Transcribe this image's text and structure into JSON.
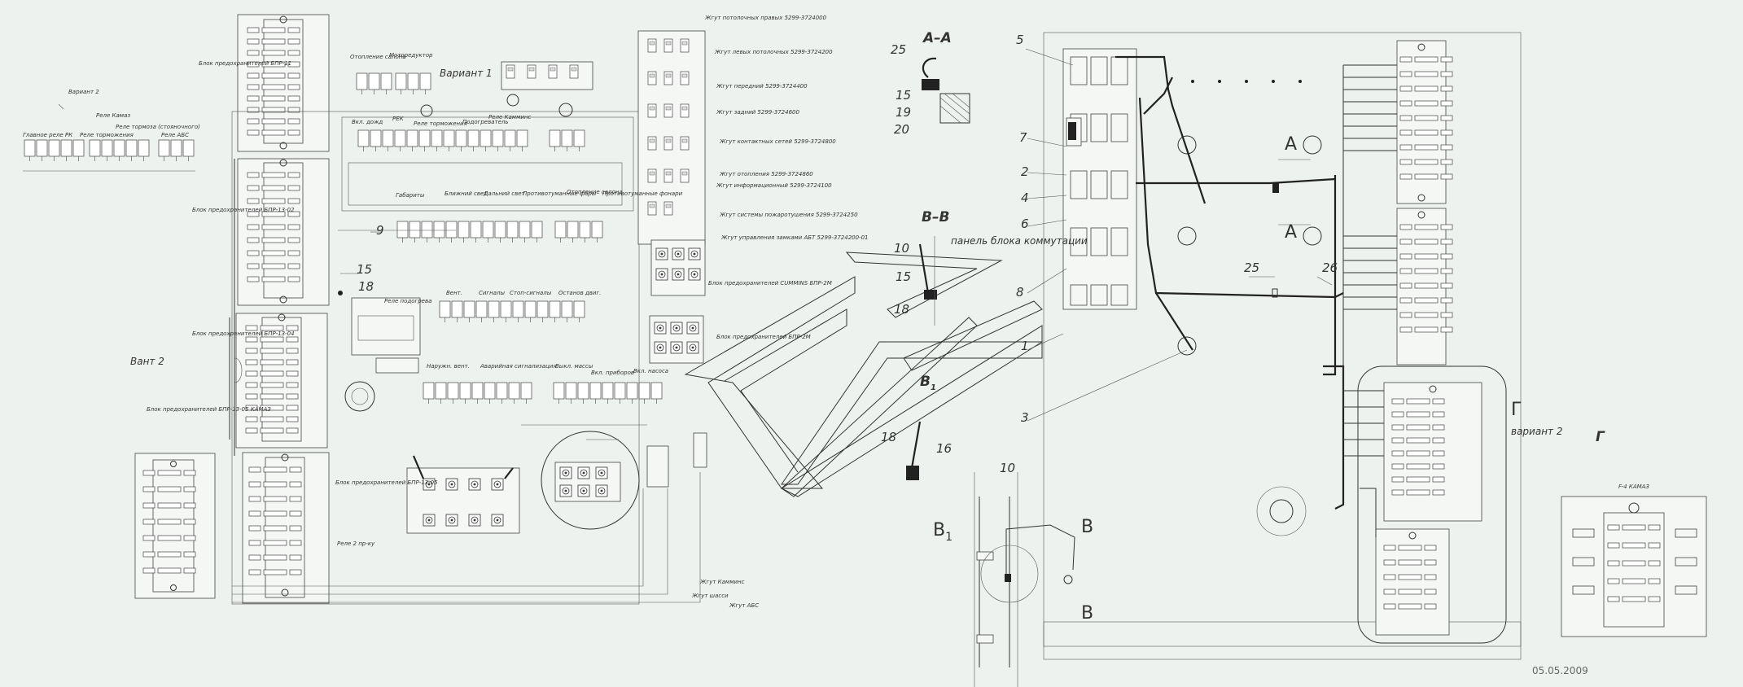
{
  "blocks": {
    "bpp11": "Блок предохранителей БПР-11",
    "bpp1302": "Блок предохранителей БПР-13-02",
    "bpp1304": "Блок предохранителей БПР-13-04",
    "bpp1305": "Блок предохранителей БПР-13-05",
    "bpp1305k": "Блок предохранителей БПР-13-05 КАМАЗ",
    "cummins": "Блок предохранителей CUMMINS БПР-2М",
    "bpp2m": "Блок предохранителей БПР-2М",
    "f4": "F-4 КАМАЗ"
  },
  "variants": {
    "v2a": "Вариант 2",
    "v2b": "Вант 2",
    "v1": "Вариант 1",
    "v2c": "вариант 2"
  },
  "relays": {
    "main_rk": "Главное реле РК",
    "kamaz": "Реле Камаз",
    "brake": "Реле торможения",
    "brake2": "Реле тормоза (стояночного)",
    "abs": "Реле АБС",
    "row1": "Отопление салона",
    "row2": "Моторедуктор",
    "row3": "Вкл. дожд",
    "row4": "РЕК",
    "row5": "Реле торможения",
    "row6": "Подогреватель",
    "row7": "Реле Камминс",
    "r2a": "Габариты",
    "r2b": "Ближний свет",
    "r2c": "Дальний свет",
    "r2d": "Противотуманные фары",
    "r2e": "Отопление салона",
    "r2f": "Противотуманные фонари",
    "r3a": "Реле подогрева",
    "r3b": "Вент.",
    "r3c": "Сигналы",
    "r3d": "Стоп-сигналы",
    "r3e": "Останов двиг.",
    "r4a": "Наружн. вент.",
    "r4b": "Аварийная сигнализация",
    "r4c": "Выкл. массы",
    "r4d": "Вкл. приборов",
    "r4e": "Вкл. насоса",
    "small_note": "Реле 2 пр-ку"
  },
  "harness": [
    "Жгут потолочных правых 5299-3724000",
    "Жгут левых потолочных 5299-3724200",
    "Жгут передний 5299-3724400",
    "Жгут задний 5299-3724600",
    "Жгут контактных сетей 5299-3724800",
    "Жгут отопления 5299-3724860",
    "Жгут информационный 5299-3724100",
    "Жгут системы пожаротушения 5299-3724250",
    "Жгут управления замками АБТ 5299-3724200-01"
  ],
  "bottom_wires": {
    "a": "Жгут Камминс",
    "b": "Жгут шасси",
    "c": "Жгут АБС"
  },
  "callouts": {
    "n1": "1",
    "n2": "2",
    "n3": "3",
    "n4": "4",
    "n5": "5",
    "n6": "6",
    "n7": "7",
    "n8": "8",
    "n9": "9",
    "n10": "10",
    "n10b": "10",
    "n15": "15",
    "n15b": "15",
    "n15c": "15",
    "n16": "16",
    "n18": "18",
    "n18b": "18",
    "n18c": "18",
    "n19": "19",
    "n20": "20",
    "n25": "25",
    "n25b": "25",
    "n26": "26"
  },
  "sections": {
    "aa": "А–А",
    "vv": "В–В",
    "v1": "В",
    "v1sub": "1",
    "g": "Г",
    "a_top": "А",
    "a_bot": "А",
    "b_big": "В",
    "b1_big": "В",
    "b1_sub": "1",
    "b_top": "В",
    "b_bot": "В",
    "g_label": "Г"
  },
  "panel_label": "панель блока коммутации",
  "date": "05.05.2009"
}
